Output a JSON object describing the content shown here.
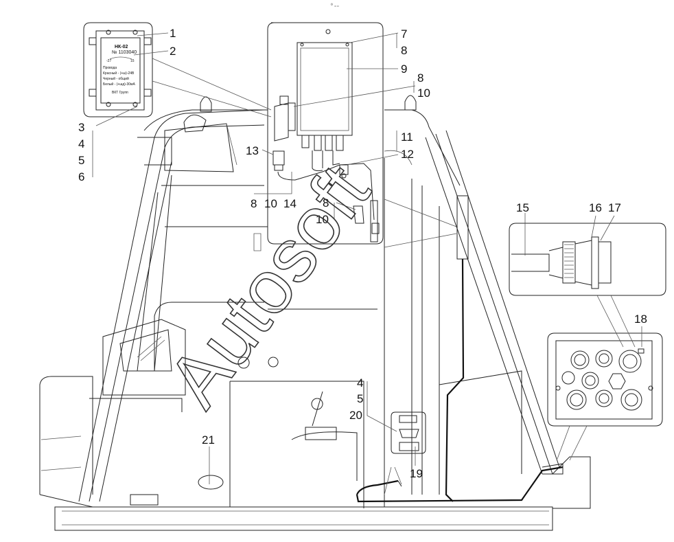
{
  "header_mark": "⁰ ₌₌",
  "watermark": "Autosoft",
  "part_labels": [
    "1",
    "2",
    "3",
    "4",
    "5",
    "6",
    "7",
    "8",
    "9",
    "8",
    "10",
    "11",
    "12",
    "13",
    "8",
    "10",
    "14",
    "8",
    "10",
    "15",
    "16",
    "17",
    "18",
    "4",
    "5",
    "20",
    "19",
    "21"
  ],
  "nameplate": {
    "model": "НК-02",
    "serial": "№ 1103040",
    "lines": [
      "Провода",
      "Красный - (+ш)-24В",
      "Черный - общий",
      "Белый - (+шд)-30мА"
    ],
    "maker": "ВКТ Групп",
    "dial_left": "-27",
    "dial_right": "15"
  }
}
